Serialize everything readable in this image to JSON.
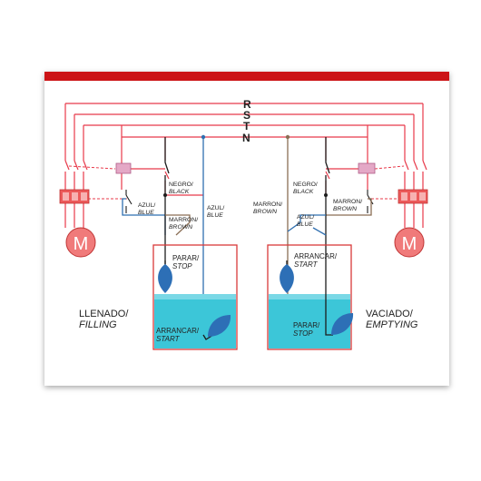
{
  "colors": {
    "header": "#cc1417",
    "wire_red": "#e8394a",
    "wire_blue": "#2f6fb0",
    "wire_brown": "#8a6e55",
    "wire_black": "#1c1c1c",
    "water": "#3cc6d8",
    "water_light": "#bfeef4",
    "motor": "#f07a7a",
    "relay": "#e4a8c6",
    "contactor": "#ec5a5a",
    "float": "#2d6fb6"
  },
  "phases": {
    "r": "R",
    "s": "S",
    "t": "T",
    "n": "N"
  },
  "filling": {
    "title": "LLENADO/",
    "title_en": "FILLING",
    "motor_label": "M",
    "wire_black_es": "NEGRO/",
    "wire_black_en": "BLACK",
    "wire_blue_left_es": "AZUL/",
    "wire_blue_left_en": "BLUE",
    "wire_brown_es": "MARRON/",
    "wire_brown_en": "BROWN",
    "wire_blue_right_es": "AZUL/",
    "wire_blue_right_en": "BLUE",
    "stop_es": "PARAR/",
    "stop_en": "STOP",
    "start_es": "ARRANCAR/",
    "start_en": "START"
  },
  "emptying": {
    "title": "VACIADO/",
    "title_en": "EMPTYING",
    "motor_label": "M",
    "wire_brown_left_es": "MARRON/",
    "wire_brown_left_en": "BROWN",
    "wire_black_es": "NEGRO/",
    "wire_black_en": "BLACK",
    "wire_blue_es": "AZUL/",
    "wire_blue_en": "BLUE",
    "wire_brown_right_es": "MARRON/",
    "wire_brown_right_en": "BROWN",
    "start_es": "ARRANCAR/",
    "start_en": "START",
    "stop_es": "PARAR/",
    "stop_en": "STOP"
  }
}
